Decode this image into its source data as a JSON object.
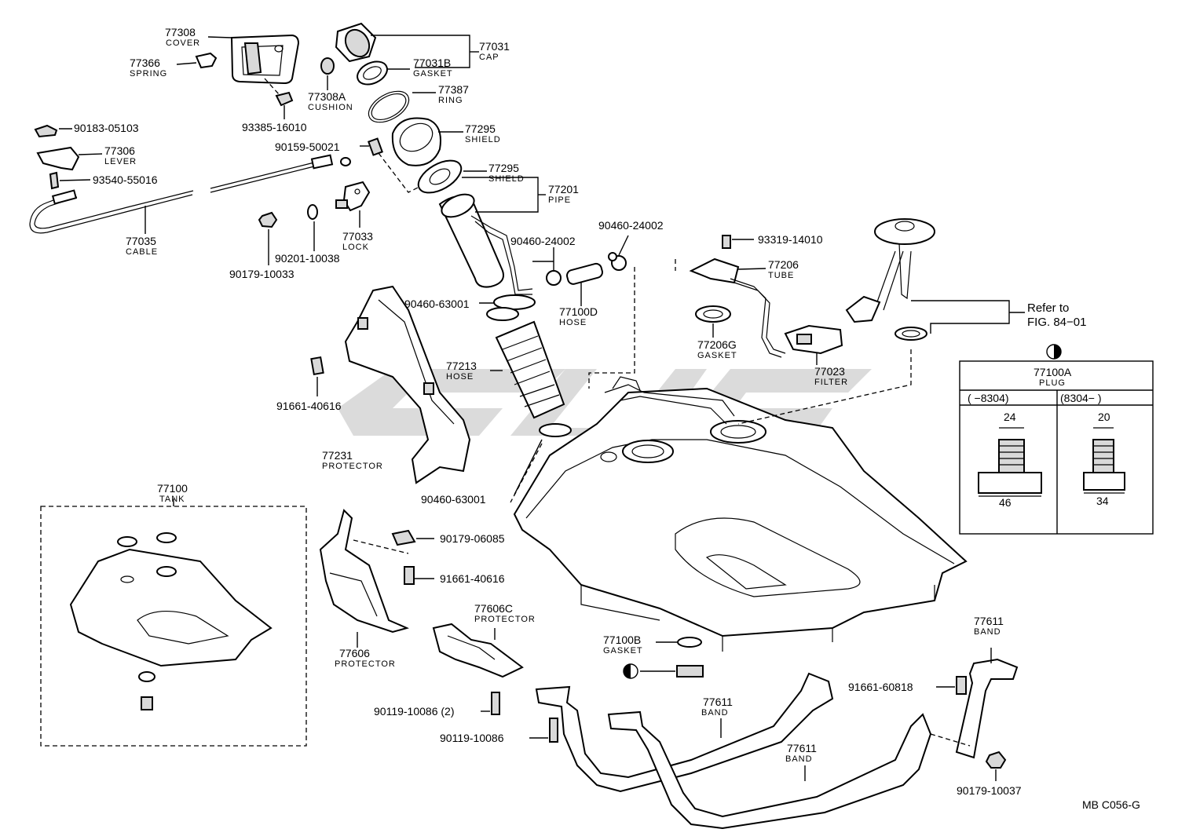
{
  "diagram": {
    "code": "MB C056-G",
    "labels": {
      "cover": {
        "no": "77308",
        "name": "COVER"
      },
      "spring": {
        "no": "77366",
        "name": "SPRING"
      },
      "clip_top": {
        "no": "90183-05103"
      },
      "lever": {
        "no": "77306",
        "name": "LEVER"
      },
      "screw_lever": {
        "no": "93540-55016"
      },
      "cable": {
        "no": "77035",
        "name": "CABLE"
      },
      "cushion": {
        "no": "77308A",
        "name": "CUSHION"
      },
      "bolt_cover": {
        "no": "93385-16010"
      },
      "screw_pipe": {
        "no": "90159-50021"
      },
      "lock": {
        "no": "77033",
        "name": "LOCK"
      },
      "washer_lock": {
        "no": "90201-10038"
      },
      "nut_lock": {
        "no": "90179-10033"
      },
      "cap": {
        "no": "77031",
        "name": "CAP"
      },
      "cap_gasket": {
        "no": "77031B",
        "name": "GASKET"
      },
      "ring": {
        "no": "77387",
        "name": "RING"
      },
      "shield1": {
        "no": "77295",
        "name": "SHIELD"
      },
      "shield2": {
        "no": "77295",
        "name": "SHIELD"
      },
      "pipe": {
        "no": "77201",
        "name": "PIPE"
      },
      "clamp_a": {
        "no": "90460-24002"
      },
      "clamp_b": {
        "no": "90460-24002"
      },
      "hose_d": {
        "no": "77100D",
        "name": "HOSE"
      },
      "clamp_c": {
        "no": "90460-63001"
      },
      "hose": {
        "no": "77213",
        "name": "HOSE"
      },
      "clamp_d": {
        "no": "90460-63001"
      },
      "bolt_prot": {
        "no": "91661-40616"
      },
      "protector1": {
        "no": "77231",
        "name": "PROTECTOR"
      },
      "screw_tube": {
        "no": "93319-14010"
      },
      "tube": {
        "no": "77206",
        "name": "TUBE"
      },
      "gasket_g": {
        "no": "77206G",
        "name": "GASKET"
      },
      "filter": {
        "no": "77023",
        "name": "FILTER"
      },
      "refer1": "Refer to",
      "refer2": "FIG. 84−01",
      "tank": {
        "no": "77100",
        "name": "TANK"
      },
      "nut_c": {
        "no": "90179-06085"
      },
      "bolt_c": {
        "no": "91661-40616"
      },
      "protector2": {
        "no": "77606",
        "name": "PROTECTOR"
      },
      "protector3": {
        "no": "77606C",
        "name": "PROTECTOR"
      },
      "bolt_2": {
        "no": "90119-10086 (2)"
      },
      "bolt_1": {
        "no": "90119-10086"
      },
      "gasket_b": {
        "no": "77100B",
        "name": "GASKET"
      },
      "band1": {
        "no": "77611",
        "name": "BAND"
      },
      "band2": {
        "no": "77611",
        "name": "BAND"
      },
      "band3": {
        "no": "77611",
        "name": "BAND"
      },
      "bolt_band": {
        "no": "91661-60818"
      },
      "nut_band": {
        "no": "90179-10037"
      }
    },
    "plug_table": {
      "no": "77100A",
      "name": "PLUG",
      "col1_head": "(     −8304)",
      "col2_head": "(8304−      )",
      "col1_top": "24",
      "col1_bottom": "46",
      "col2_top": "20",
      "col2_bottom": "34"
    }
  }
}
